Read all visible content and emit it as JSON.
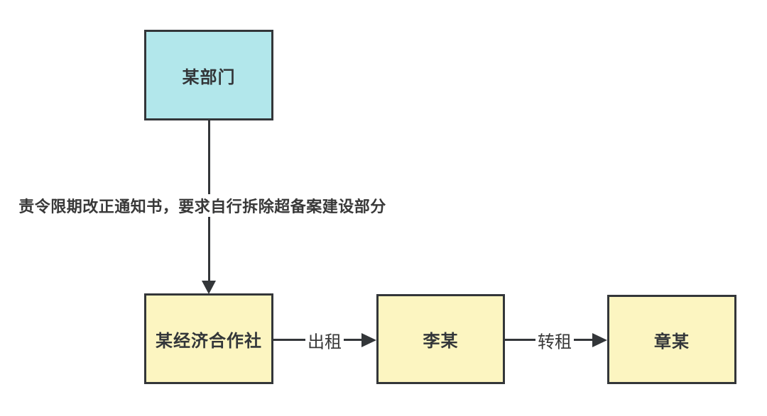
{
  "diagram": {
    "background_color": "#ffffff",
    "colors": {
      "node_border": "#333639",
      "arrow": "#333639",
      "text": "#383838",
      "department_fill": "#b2e7eb",
      "party_fill": "#fcf5c1"
    },
    "nodes": [
      {
        "id": "department",
        "label": "某部门",
        "fill": "#b2e7eb"
      },
      {
        "id": "cooperative",
        "label": "某经济合作社",
        "fill": "#fcf5c1"
      },
      {
        "id": "li",
        "label": "李某",
        "fill": "#fcf5c1"
      },
      {
        "id": "zhang",
        "label": "章某",
        "fill": "#fcf5c1"
      }
    ],
    "edges": [
      {
        "from": "department",
        "to": "cooperative",
        "direction": "down",
        "label": "责令限期改正通知书，要求自行拆除超备案建设部分"
      },
      {
        "from": "cooperative",
        "to": "li",
        "direction": "right",
        "label": "出租"
      },
      {
        "from": "li",
        "to": "zhang",
        "direction": "right",
        "label": "转租"
      }
    ]
  }
}
